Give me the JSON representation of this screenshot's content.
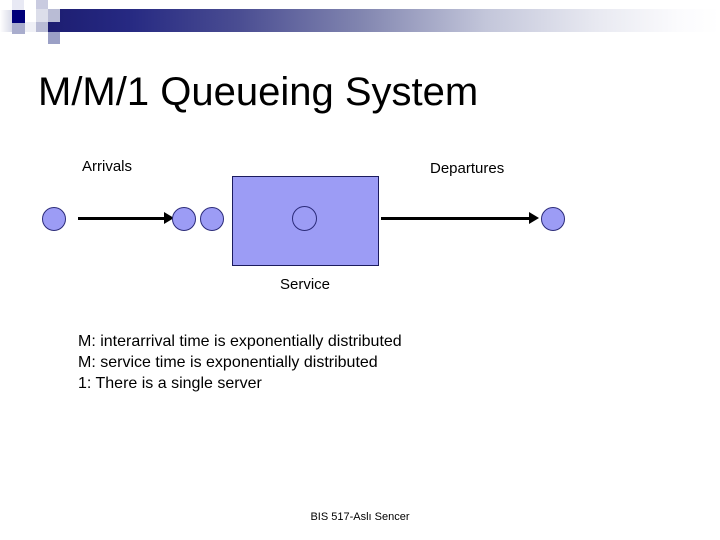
{
  "slide": {
    "title": "M/M/1 Queueing System",
    "footer": "BIS 517-Aslı Sencer"
  },
  "diagram": {
    "label_arrivals": "Arrivals",
    "label_departures": "Departures",
    "label_service": "Service",
    "token_fill_color": "#9c9cf5",
    "token_border_color": "#2b2b7a",
    "service_box_fill": "#9c9cf5",
    "service_box_border": "#1b1b5e",
    "arrow_color": "#000000"
  },
  "body": {
    "lines": [
      "M: interarrival time is exponentially distributed",
      "M: service time is exponentially distributed",
      "1: There is a single server"
    ]
  },
  "theme": {
    "band_dark": "#1b1b6e",
    "band_mid": "#8286b0",
    "band_light": "#ffffff",
    "accent_square": "#00007a",
    "background": "#ffffff"
  }
}
